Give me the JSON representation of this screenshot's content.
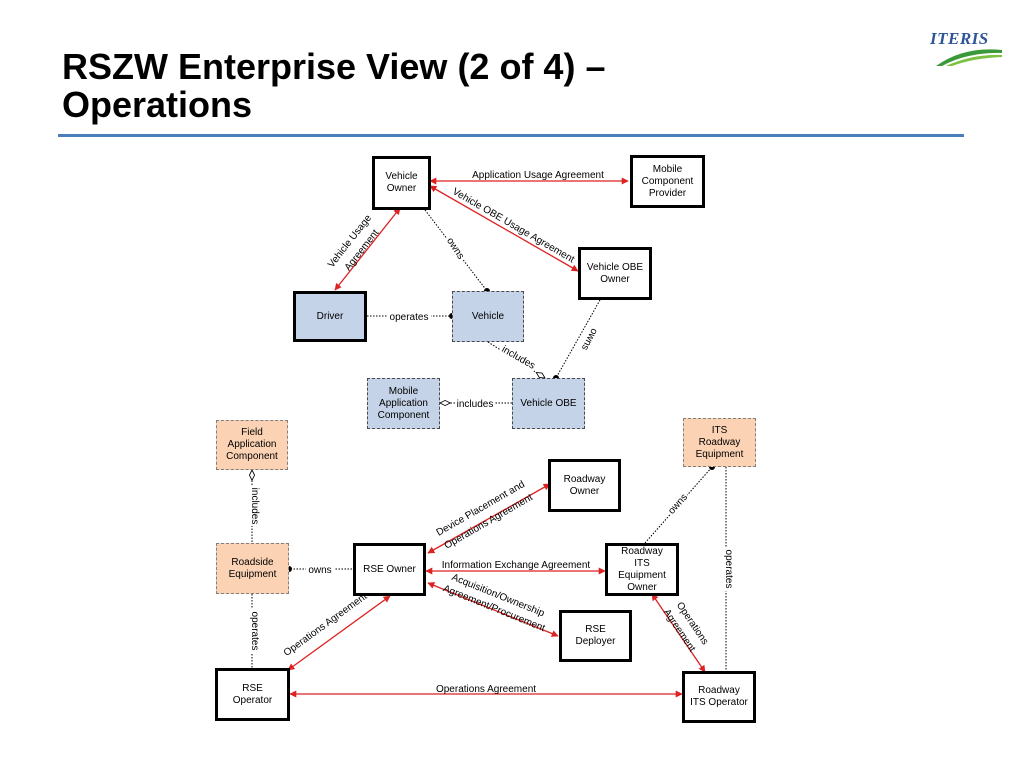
{
  "slide": {
    "title_line1": "RSZW Enterprise View (2 of 4) –",
    "title_line2": "Operations"
  },
  "logo": {
    "name": "ITERIS",
    "tagline": ""
  },
  "colors": {
    "title_rule": "#4a7ebb",
    "agreement_arrow": "#dd2222",
    "vehicle_domain_fill": "#c5d3e8",
    "field_domain_fill": "#fbd3b4"
  },
  "nodes": {
    "vehicle_owner": "Vehicle\nOwner",
    "mobile_component_provider": "Mobile\nComponent\nProvider",
    "vehicle_obe_owner": "Vehicle OBE\nOwner",
    "driver": "Driver",
    "vehicle": "Vehicle",
    "mobile_application_component": "Mobile\nApplication\nComponent",
    "vehicle_obe": "Vehicle OBE",
    "field_application_component": "Field\nApplication\nComponent",
    "its_roadway_equipment": "ITS\nRoadway\nEquipment",
    "roadway_owner": "Roadway\nOwner",
    "roadside_equipment": "Roadside\nEquipment",
    "rse_owner": "RSE Owner",
    "roadway_its_equipment_owner": "Roadway\nITS\nEquipment\nOwner",
    "rse_deployer": "RSE\nDeployer",
    "rse_operator": "RSE\nOperator",
    "roadway_its_operator": "Roadway\nITS Operator"
  },
  "relations": {
    "application_usage_agreement": "Application Usage Agreement",
    "vehicle_obe_usage_agreement": "Vehicle OBE Usage Agreement",
    "vehicle_usage_agreement_1": "Vehicle Usage",
    "vehicle_usage_agreement_2": "Agreement",
    "owns_vehicle": "owns",
    "operates_vehicle": "operates",
    "owns_obe": "owns",
    "includes_obe": "includes",
    "includes_mobile_app": "includes",
    "includes_field_app": "includes",
    "owns_rse": "owns",
    "operates_rse": "operates",
    "device_placement_1": "Device Placement and",
    "device_placement_2": "Operations Agreement",
    "information_exchange_agreement": "Information Exchange Agreement",
    "acquisition_1": "Acquisition/Ownership",
    "acquisition_2": "Agreement/Procurement",
    "operations_agreement_rse": "Operations Agreement",
    "operations_agreement_its_1": "Operations",
    "operations_agreement_its_2": "Agreement",
    "owns_its_equipment": "owns",
    "operates_its_equipment": "operates",
    "operations_agreement_bottom": "Operations Agreement"
  }
}
